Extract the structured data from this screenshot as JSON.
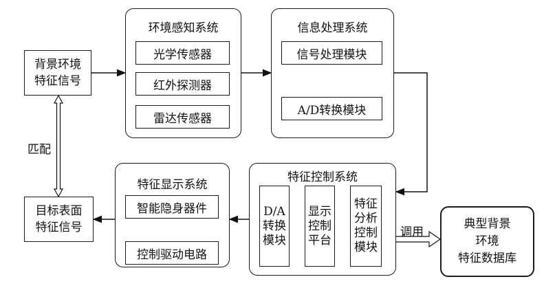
{
  "nodes": {
    "background_signal": "背景环境\n特征信号",
    "target_signal": "目标表面\n特征信号",
    "typical_database": "典型背景\n环境\n特征数据库"
  },
  "perception": {
    "title": "环境感知系统",
    "modules": [
      "光学传感器",
      "红外探测器",
      "雷达传感器"
    ]
  },
  "processing": {
    "title": "信息处理系统",
    "modules": [
      "信号处理模块",
      "A/D转换模块"
    ]
  },
  "control": {
    "title": "特征控制系统",
    "modules": [
      "D/A\n转换\n模块",
      "显示\n控制\n平台",
      "特征\n分析\n控制\n模块"
    ]
  },
  "display": {
    "title": "特征显示系统",
    "modules": [
      "智能隐身器件",
      "控制驱动电路"
    ]
  },
  "labels": {
    "match": "匹配",
    "invoke": "调用"
  }
}
